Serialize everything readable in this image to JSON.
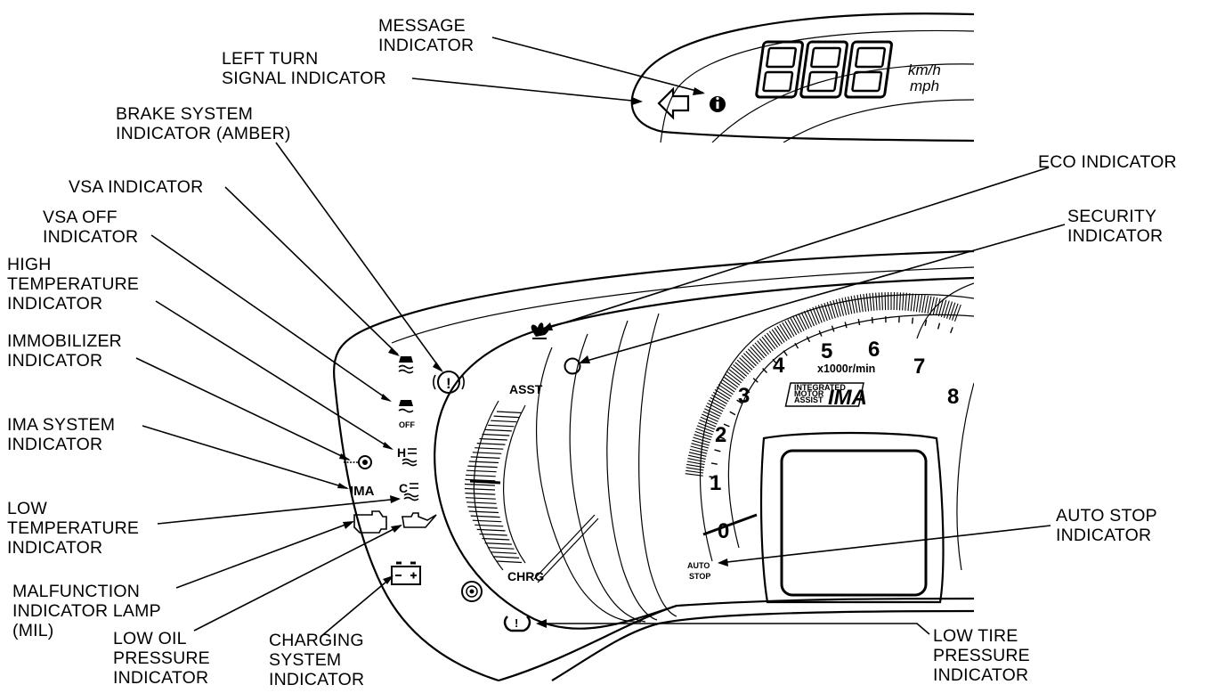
{
  "labels": {
    "message": [
      "MESSAGE",
      "INDICATOR"
    ],
    "left_turn": [
      "LEFT TURN",
      "SIGNAL INDICATOR"
    ],
    "brake": [
      "BRAKE SYSTEM",
      "INDICATOR (AMBER)"
    ],
    "vsa": [
      "VSA INDICATOR"
    ],
    "vsa_off": [
      "VSA OFF",
      "INDICATOR"
    ],
    "high_temp": [
      "HIGH",
      "TEMPERATURE",
      "INDICATOR"
    ],
    "immobilizer": [
      "IMMOBILIZER",
      "INDICATOR"
    ],
    "ima_system": [
      "IMA SYSTEM",
      "INDICATOR"
    ],
    "low_temp": [
      "LOW",
      "TEMPERATURE",
      "INDICATOR"
    ],
    "mil": [
      "MALFUNCTION",
      "INDICATOR LAMP",
      "(MIL)"
    ],
    "low_oil": [
      "LOW OIL",
      "PRESSURE",
      "INDICATOR"
    ],
    "charging": [
      "CHARGING",
      "SYSTEM",
      "INDICATOR"
    ],
    "eco": [
      "ECO INDICATOR"
    ],
    "security": [
      "SECURITY",
      "INDICATOR"
    ],
    "auto_stop": [
      "AUTO STOP",
      "INDICATOR"
    ],
    "low_tire": [
      "LOW TIRE",
      "PRESSURE",
      "INDICATOR"
    ]
  },
  "speed_display": {
    "digits": "888",
    "unit_kmh": "km/h",
    "unit_mph": "mph"
  },
  "tachometer": {
    "numbers": [
      "0",
      "1",
      "2",
      "3",
      "4",
      "5",
      "6",
      "7",
      "8"
    ],
    "unit": "x1000r/min",
    "logo_small": [
      "INTEGRATED",
      "MOTOR",
      "ASSIST"
    ],
    "logo_big": "IMA"
  },
  "ima_gauge": {
    "top": "ASST",
    "bottom": "CHRG"
  },
  "indicator_text": {
    "ima": "IMA",
    "vsa_off_sub": "OFF",
    "auto_stop": [
      "AUTO",
      "STOP"
    ],
    "high_temp_letter": "H",
    "low_temp_letter": "C"
  }
}
